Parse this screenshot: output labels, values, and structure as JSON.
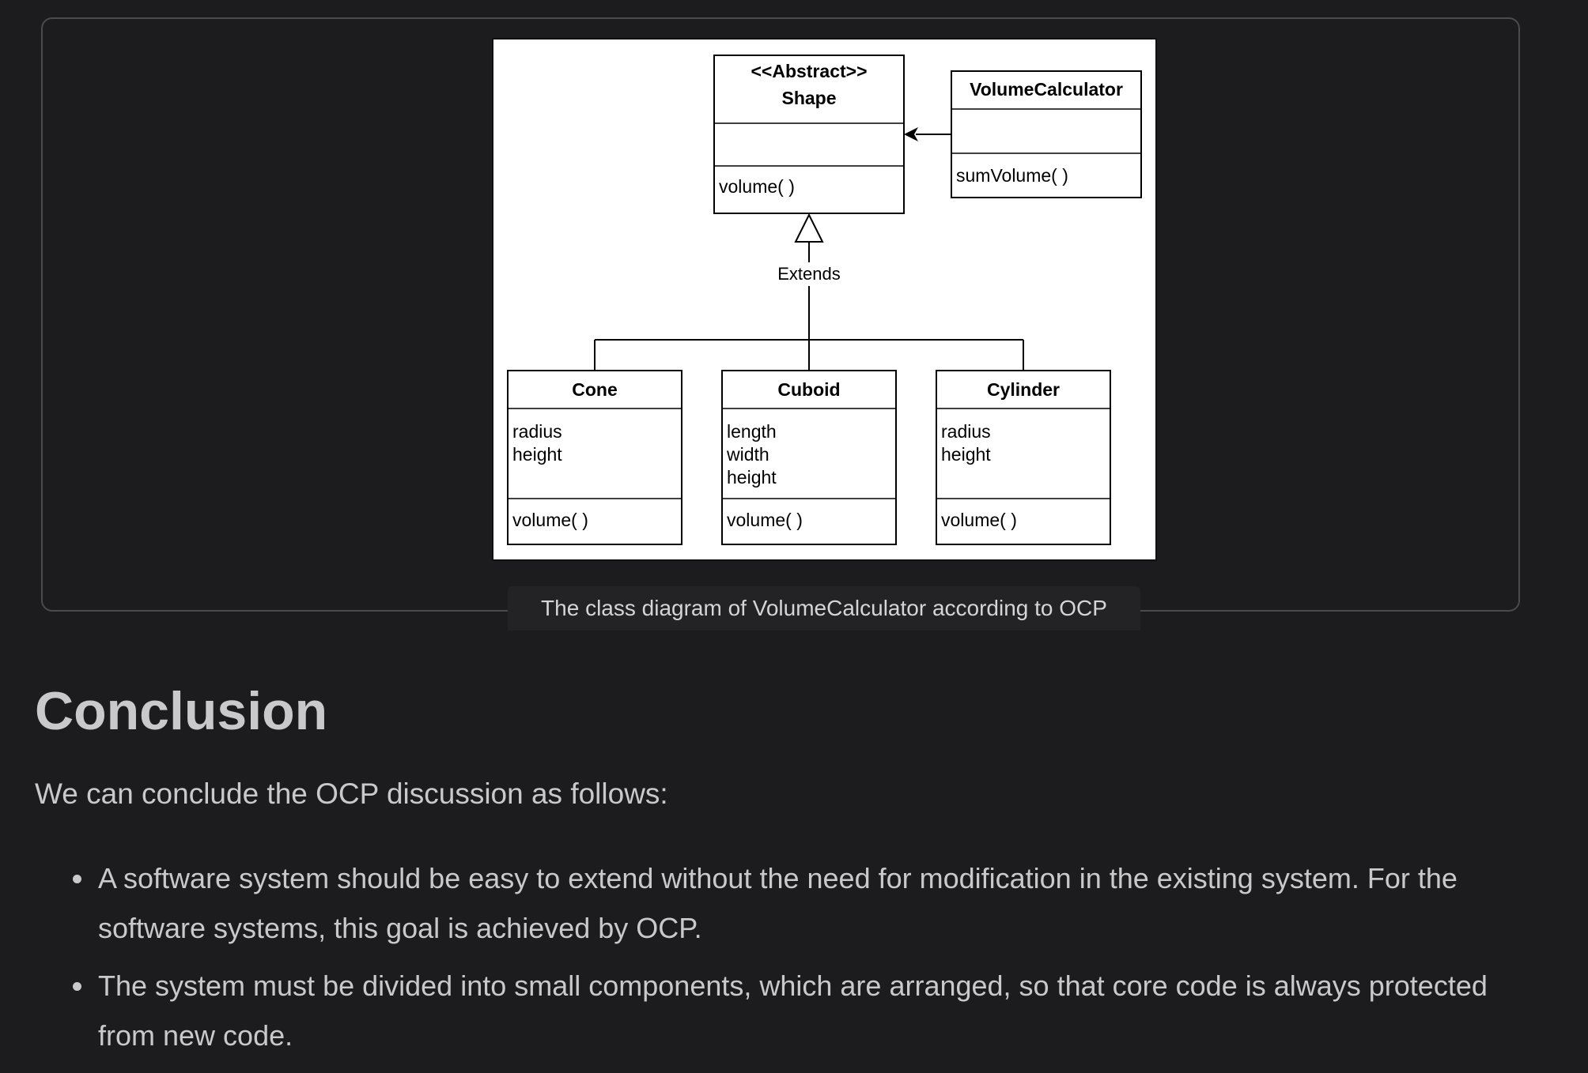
{
  "figure": {
    "caption": "The class diagram of VolumeCalculator according to OCP",
    "diagram": {
      "shape": {
        "stereotype": "<<Abstract>>",
        "name": "Shape",
        "method": "volume( )"
      },
      "volume_calculator": {
        "name": "VolumeCalculator",
        "method": "sumVolume( )"
      },
      "relation_label": "Extends",
      "cone": {
        "name": "Cone",
        "attr1": "radius",
        "attr2": "height",
        "method": "volume( )"
      },
      "cuboid": {
        "name": "Cuboid",
        "attr1": "length",
        "attr2": "width",
        "attr3": "height",
        "method": "volume( )"
      },
      "cylinder": {
        "name": "Cylinder",
        "attr1": "radius",
        "attr2": "height",
        "method": "volume( )"
      }
    }
  },
  "conclusion": {
    "heading": "Conclusion",
    "intro": "We can conclude the OCP discussion as follows:",
    "points": [
      "A software system should be easy to extend without the need for modification in the existing system. For the software systems, this goal is achieved by OCP.",
      "The system must be divided into small components, which are arranged, so that core code is always protected from new code."
    ]
  }
}
